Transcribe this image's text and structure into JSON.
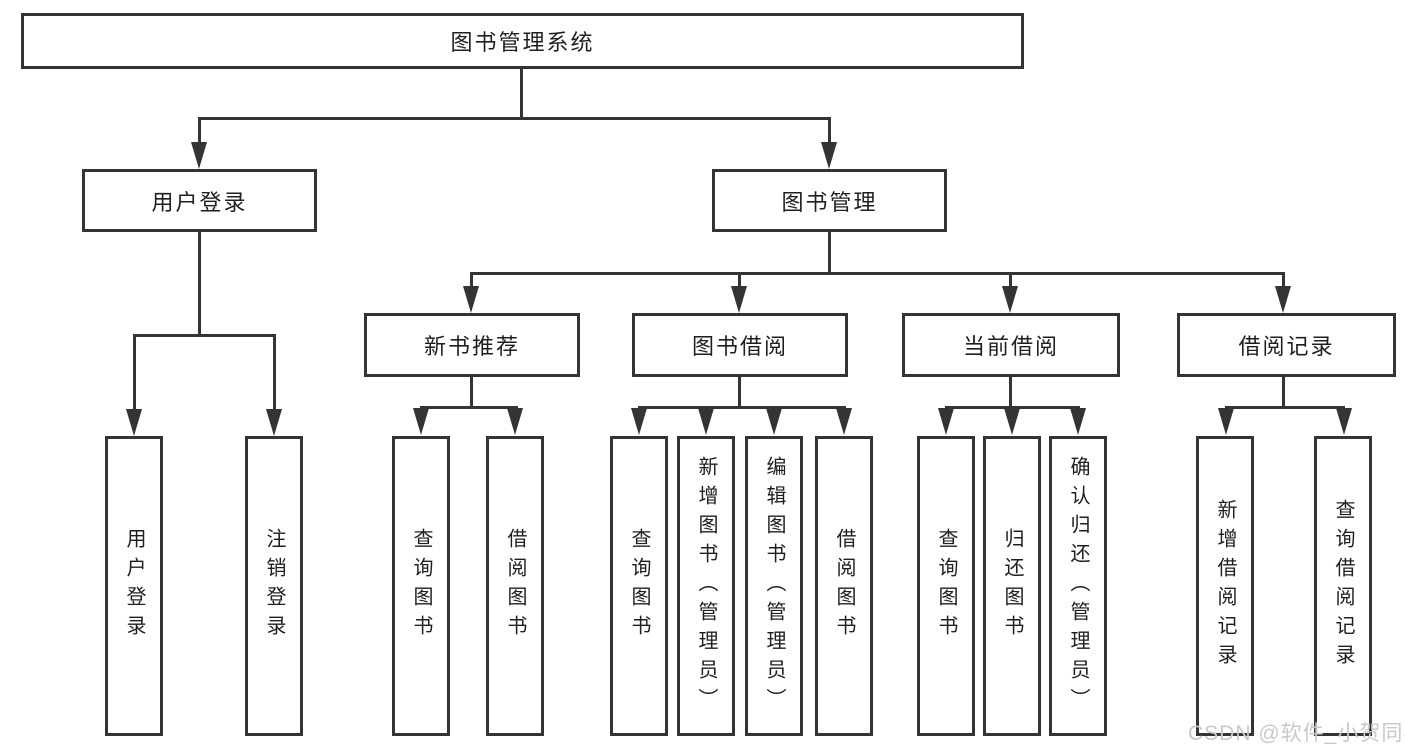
{
  "tree": {
    "root": {
      "label": "图书管理系统",
      "children": [
        {
          "label": "用户登录",
          "children": [
            {
              "label": "用户登录"
            },
            {
              "label": "注销登录"
            }
          ]
        },
        {
          "label": "图书管理",
          "children": [
            {
              "label": "新书推荐",
              "children": [
                {
                  "label": "查询图书"
                },
                {
                  "label": "借阅图书"
                }
              ]
            },
            {
              "label": "图书借阅",
              "children": [
                {
                  "label": "查询图书"
                },
                {
                  "label": "新增图书（管理员）"
                },
                {
                  "label": "编辑图书（管理员）"
                },
                {
                  "label": "借阅图书"
                }
              ]
            },
            {
              "label": "当前借阅",
              "children": [
                {
                  "label": "查询图书"
                },
                {
                  "label": "归还图书"
                },
                {
                  "label": "确认归还（管理员）"
                }
              ]
            },
            {
              "label": "借阅记录",
              "children": [
                {
                  "label": "新增借阅记录"
                },
                {
                  "label": "查询借阅记录"
                }
              ]
            }
          ]
        }
      ]
    }
  },
  "watermark": {
    "text": "CSDN @软件_小贺同学"
  },
  "colors": {
    "line": "#343434",
    "box_border": "#343434",
    "text": "#1f1f1f",
    "watermark": "#c9c9c9",
    "background": "#ffffff"
  }
}
